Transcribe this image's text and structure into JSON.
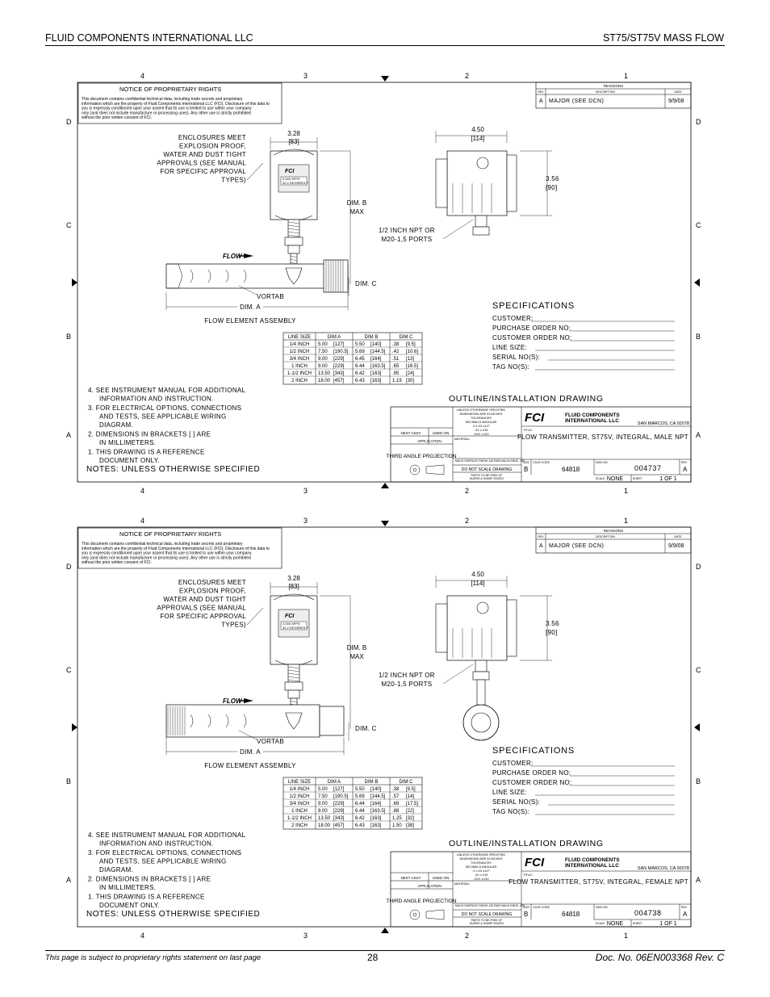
{
  "header": {
    "left": "FLUID COMPONENTS INTERNATIONAL LLC",
    "right": "ST75/ST75V MASS FLOW"
  },
  "footer": {
    "left": "This page is subject to proprietary rights statement on last page",
    "page": "28",
    "doc": "Doc. No. 06EN003368 Rev. C"
  },
  "zones": {
    "columns": [
      "4",
      "3",
      "2",
      "1"
    ],
    "rows": [
      "D",
      "C",
      "B",
      "A"
    ]
  },
  "common": {
    "notice_title": "NOTICE OF PROPRIETARY RIGHTS",
    "notice_text": [
      "This document contains confidential technical data, including trade secrets and proprietary",
      "information which are the property of Fluid Components International LLC (FCI). Disclosure of this data to",
      "you is expressly conditioned upon your assent that its use is limited to use within your company",
      "only (and does not include manufacture or processing uses). Any other use is strictly prohibited",
      "without the prior written consent of FCI."
    ],
    "revisions": {
      "title": "REVISIONS",
      "cols": [
        "REV",
        "DESCRIPTION",
        "DATE"
      ],
      "row": [
        "A",
        "MAJOR (SEE DCN)",
        "9/9/08"
      ]
    },
    "enclosures_note": [
      "ENCLOSURES MEET",
      "EXPLOSION PROOF,",
      "WATER AND DUST TIGHT",
      "APPROVALS (SEE MANUAL",
      "FOR SPECIFIC APPROVAL",
      "TYPES)"
    ],
    "dim_328": [
      "3.28",
      "[83]"
    ],
    "dim_450": [
      "4.50",
      "[114]"
    ],
    "dim_356": [
      "3.56",
      "[90]"
    ],
    "dim_b": [
      "DIM. B",
      "MAX"
    ],
    "dim_c": "DIM. C",
    "dim_a": "DIM. A",
    "ports": [
      "1/2 INCH NPT OR",
      "M20-1,5 PORTS"
    ],
    "flow": "FLOW",
    "vortab": "VORTAB",
    "assembly": "FLOW ELEMENT ASSEMBLY",
    "display": [
      "0.000  SFPS",
      "32.2  DEGREES F"
    ],
    "spec_title": "SPECIFICATIONS",
    "spec_fields": [
      "CUSTOMER:",
      "PURCHASE ORDER NO:",
      "CUSTOMER ORDER NO:",
      "LINE SIZE:",
      "SERIAL NO(S):",
      "TAG NO(S):"
    ],
    "notes": [
      [
        "4. SEE INSTRUMENT MANUAL FOR ADDITIONAL",
        "INFORMATION AND INSTRUCTION."
      ],
      [
        "3. FOR ELECTRICAL OPTIONS, CONNECTIONS",
        "AND TESTS, SEE APPLICABLE WIRING",
        "DIAGRAM."
      ],
      [
        "2. DIMENSIONS IN BRACKETS [ ] ARE",
        "IN MILLIMETERS."
      ],
      [
        "1. THIS DRAWING IS A REFERENCE",
        "DOCUMENT ONLY."
      ]
    ],
    "notes_title": "NOTES: UNLESS OTHERWISE SPECIFIED",
    "outline_title": "OUTLINE/INSTALLATION DRAWING",
    "tol": [
      "UNLESS OTHERWISE SPECIFIED",
      "DIMENSIONS ARE IN INCHES",
      "TOLERANCES",
      "DECIMALS   ANGULAR",
      ".X    ±.03    ±1/2°",
      ".XX   ±.015",
      ".XXX  ±.010"
    ],
    "next_assy": "NEXT ASSY",
    "used_on": "USED ON",
    "application": "APPLICATION",
    "material": "MATERIAL",
    "third_angle": "THIRD ANGLE PROJECTION",
    "mach_surface": "MACH SURFACE FINISH 125 RMS",
    "mach_ends": "MACH ENDS .030",
    "do_not_scale": "DO NOT SCALE DRAWING",
    "burrs": [
      "PARTS TO BE FREE OF",
      "BURRS & SHARP EDGES"
    ],
    "company": [
      "FLUID COMPONENTS",
      "INTERNATIONAL LLC"
    ],
    "logo": "FCI",
    "city": "SAN MARCOS, CA 92078",
    "title_label": "TITLE:",
    "size_label": "SIZE",
    "size": "B",
    "cage_label": "CAGE CODE",
    "cage": "64818",
    "dwg_label": "DWG NO.",
    "rev_label": "REV",
    "rev": "A",
    "scale_label": "SCALE",
    "scale": "NONE",
    "sheet_label": "SHEET",
    "sheet": "1  OF  1"
  },
  "drawings": [
    {
      "title": "FLOW TRANSMITTER, ST75V, INTEGRAL, MALE NPT",
      "dwg_no": "004737",
      "table": {
        "header": [
          "LINE SIZE",
          "DIM A",
          "DIM B",
          "DIM C"
        ],
        "rows": [
          [
            "1/4 INCH",
            "5.00",
            "[127]",
            "5.50",
            "[140]",
            ".38",
            "[9.5]"
          ],
          [
            "1/2 INCH",
            "7.50",
            "[190.5]",
            "5.69",
            "[144.5]",
            ".42",
            "[10.6]"
          ],
          [
            "3/4 INCH",
            "9.00",
            "[229]",
            "6.45",
            "[164]",
            ".51",
            "[13]"
          ],
          [
            "1 INCH",
            "9.00",
            "[229]",
            "6.44",
            "[163.5]",
            ".65",
            "[16.5]"
          ],
          [
            "1-1/2 INCH",
            "13.50",
            "[343]",
            "6.42",
            "[163]",
            ".95",
            "[24]"
          ],
          [
            "2 INCH",
            "18.00",
            "[457]",
            "6.43",
            "[163]",
            "1.19",
            "[30]"
          ]
        ]
      }
    },
    {
      "title": "FLOW TRANSMITTER, ST75V, INTEGRAL, FEMALE NPT",
      "dwg_no": "004738",
      "table": {
        "header": [
          "LINE SIZE",
          "DIM A",
          "DIM B",
          "DIM C"
        ],
        "rows": [
          [
            "1/4 INCH",
            "5.00",
            "[127]",
            "5.50",
            "[140]",
            ".38",
            "[9.5]"
          ],
          [
            "1/2 INCH",
            "7.50",
            "[190.5]",
            "5.69",
            "[144.5]",
            ".57",
            "[14]"
          ],
          [
            "3/4 INCH",
            "9.00",
            "[229]",
            "6.44",
            "[164]",
            ".69",
            "[17.5]"
          ],
          [
            "1 INCH",
            "9.00",
            "[229]",
            "6.44",
            "[163.5]",
            ".88",
            "[22]"
          ],
          [
            "1-1/2 INCH",
            "13.50",
            "[343]",
            "6.42",
            "[163]",
            "1.25",
            "[32]"
          ],
          [
            "2 INCH",
            "18.00",
            "[457]",
            "6.43",
            "[163]",
            "1.50",
            "[38]"
          ]
        ]
      }
    }
  ]
}
